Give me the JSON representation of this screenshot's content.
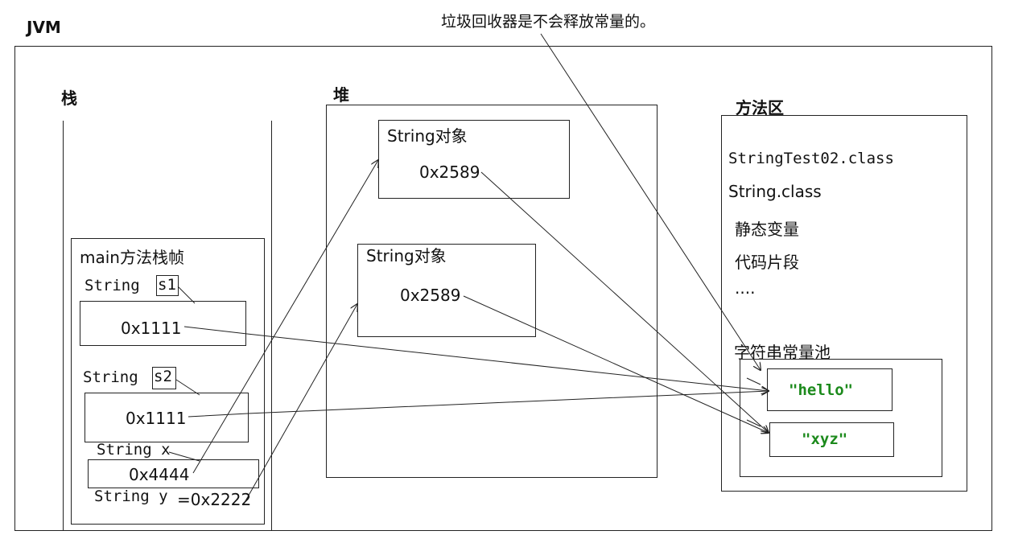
{
  "labels": {
    "jvm": "JVM",
    "note": "垃圾回收器是不会释放常量的。",
    "stack": "栈",
    "heap": "堆",
    "method_area": "方法区",
    "frame_title": "main方法栈帧",
    "s1_type": "String",
    "s1_name": "s1",
    "s1_value": "0x1111",
    "s2_type": "String",
    "s2_name": "s2",
    "s2_value": "0x1111",
    "x_decl": "String x",
    "x_value": "0x4444",
    "y_decl": "String y",
    "y_value": "=0x2222",
    "heap_obj1_title": "String对象",
    "heap_obj1_value": "0x2589",
    "heap_obj2_title": "String对象",
    "heap_obj2_value": "0x2589",
    "class1": "StringTest02.class",
    "class2": "String.class",
    "static_vars": "静态变量",
    "code_segments": "代码片段",
    "ellipsis": "....",
    "const_pool": "字符串常量池",
    "const_hello": "\"hello\"",
    "const_xyz": "\"xyz\""
  }
}
